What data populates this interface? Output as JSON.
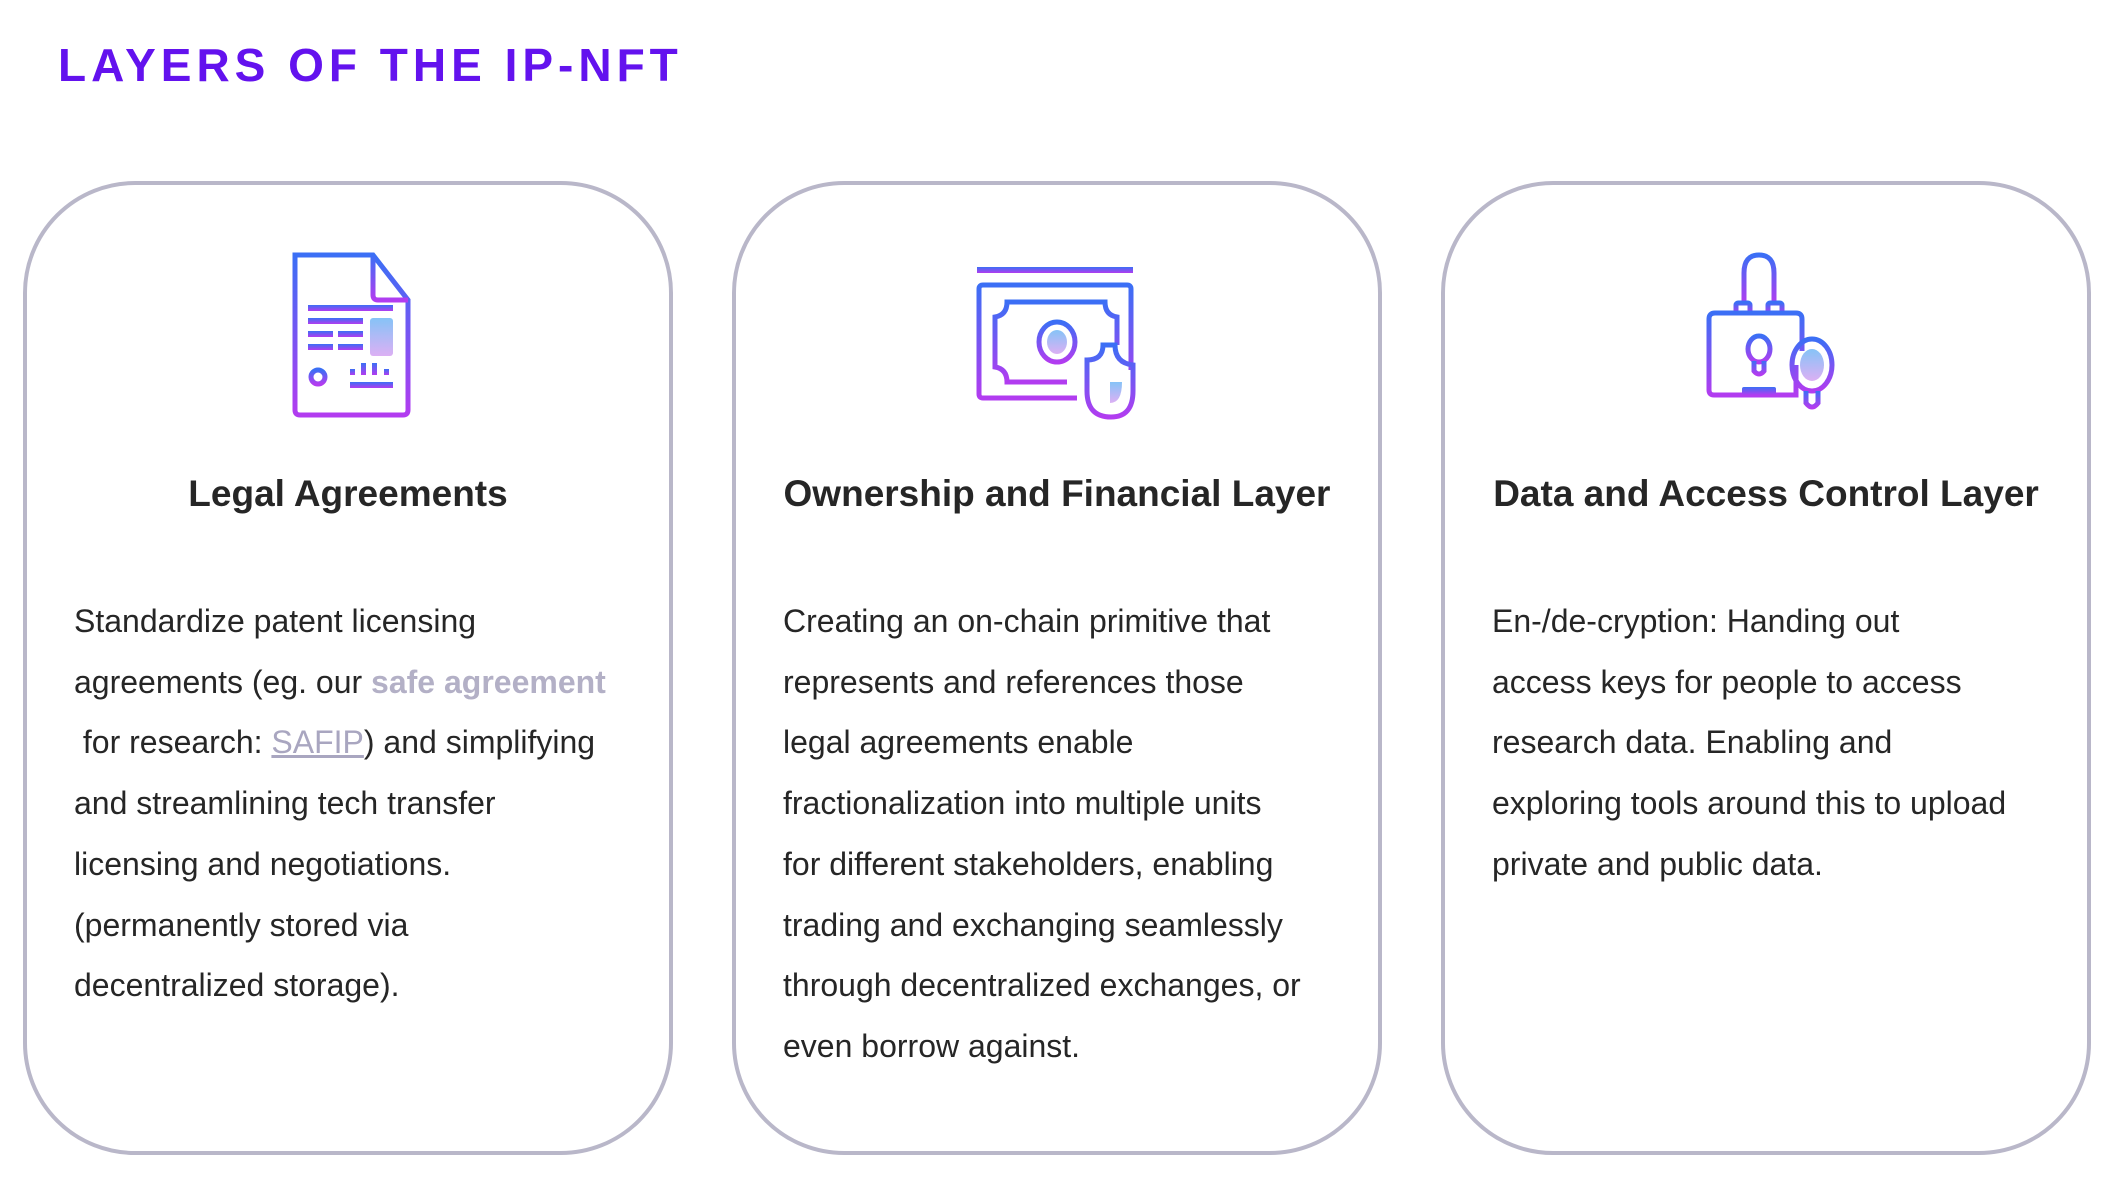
{
  "heading": "LAYERS OF THE IP-NFT",
  "colors": {
    "accent": "#6312ee",
    "gradient_top": "#3b6ff5",
    "gradient_bottom": "#b23cf0",
    "border": "#b9b7c9",
    "link": "#b3b0c6"
  },
  "cards": [
    {
      "icon": "document-icon",
      "title": "Legal Agreements",
      "lines": [
        "Standardize patent licensing",
        {
          "pre": "agreements (eg. our ",
          "link": "safe agreement"
        },
        {
          "pre": " for research: ",
          "link": "SAFIP",
          "post": ") and simplifying"
        },
        "and streamlining tech transfer",
        "licensing and negotiations.",
        "(permanently stored via",
        "decentralized storage)."
      ]
    },
    {
      "icon": "banknote-shield-icon",
      "title": "Ownership and Financial Layer",
      "lines": [
        "Creating an on-chain primitive that",
        "represents and references those",
        "legal agreements enable",
        "fractionalization into multiple units",
        "for different stakeholders, enabling",
        "trading and exchanging seamlessly",
        "through decentralized exchanges, or",
        "even borrow against."
      ]
    },
    {
      "icon": "lock-key-icon",
      "title": "Data and Access Control Layer",
      "lines": [
        "En-/de-cryption: Handing out",
        "access keys for people to access",
        "research data. Enabling and",
        "exploring tools around this to upload",
        "private and public data."
      ]
    }
  ]
}
